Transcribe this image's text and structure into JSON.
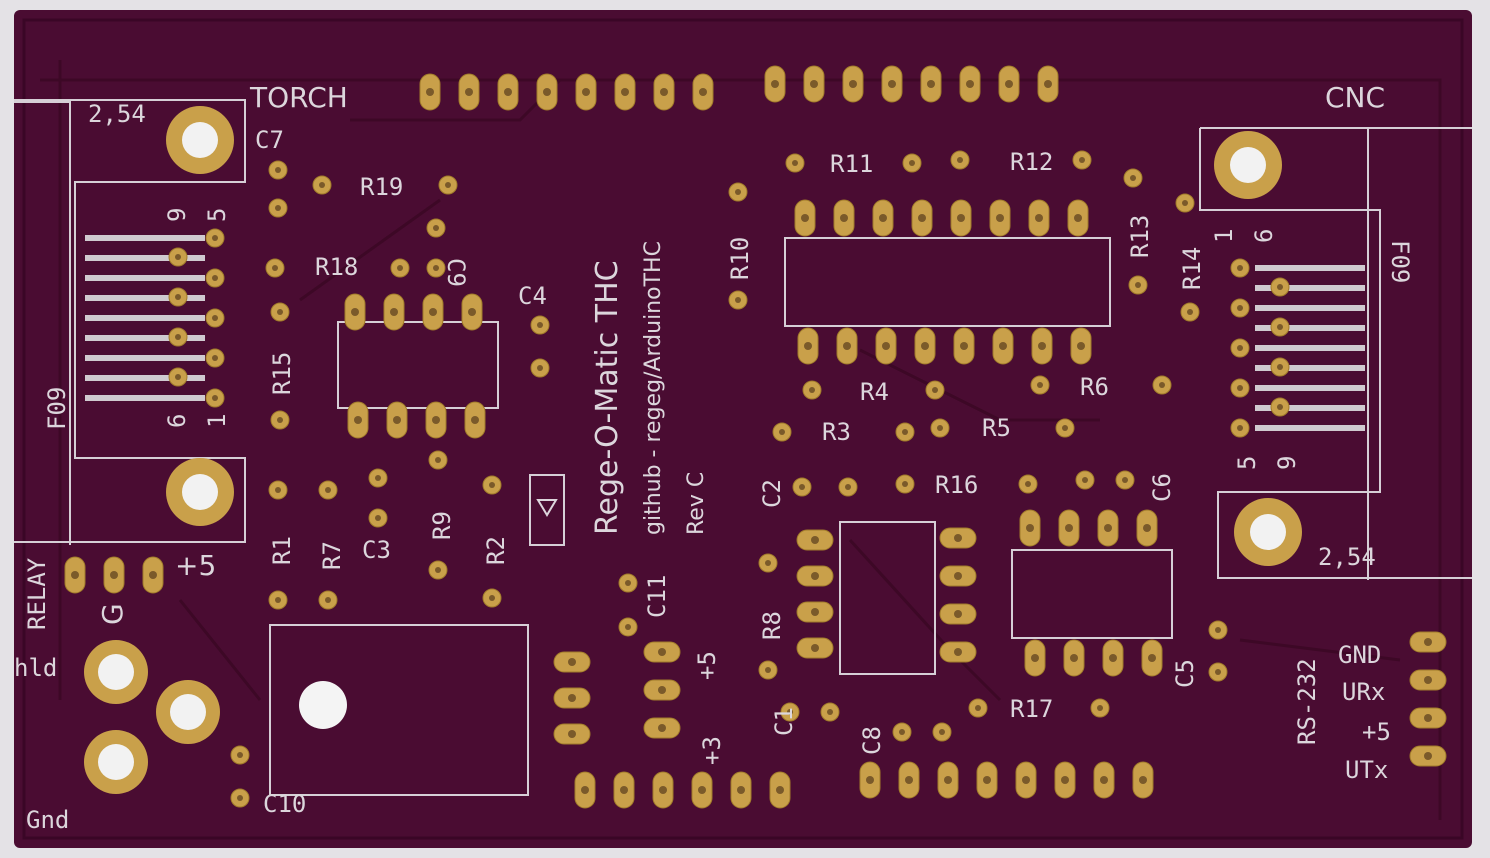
{
  "board": {
    "title": "Rege-O-Matic THC",
    "repo": "github - regeg/ArduinoTHC",
    "revision": "Rev C",
    "colors": {
      "soldermask": "#4a0c32",
      "silkscreen": "#dcd6dc",
      "pads": "#c9a04a"
    }
  },
  "connectors": {
    "torch": "TORCH",
    "cnc": "CNC",
    "pitch_left": "2,54",
    "pitch_right": "2,54",
    "db9_left": "F09",
    "db9_right": "F09",
    "left_pins_top": [
      "9",
      "5"
    ],
    "left_pins_bottom": [
      "6",
      "1"
    ],
    "right_pins_top": [
      "1",
      "6"
    ],
    "right_pins_bottom": [
      "5",
      "9"
    ],
    "relay": "RELAY",
    "relay_plus": "+5",
    "relay_g": "G",
    "shield": "hld",
    "gnd": "Gnd",
    "reg_plus5": "+5",
    "reg_plus3": "+3",
    "rs232": "RS-232",
    "rs232_pins": [
      "GND",
      "URx",
      "+5",
      "UTx"
    ]
  },
  "components": {
    "C7": "C7",
    "R19": "R19",
    "R18": "R18",
    "C9": "C9",
    "C4": "C4",
    "R15": "R15",
    "R10": "R10",
    "R11": "R11",
    "R12": "R12",
    "R13": "R13",
    "R14": "R14",
    "R4": "R4",
    "R6": "R6",
    "R3": "R3",
    "R5": "R5",
    "C2": "C2",
    "R16": "R16",
    "C6": "C6",
    "R1": "R1",
    "R7": "R7",
    "C3": "C3",
    "R9": "R9",
    "R2": "R2",
    "C11": "C11",
    "R8": "R8",
    "C1": "C1",
    "C8": "C8",
    "R17": "R17",
    "C5": "C5",
    "C10": "C10"
  }
}
